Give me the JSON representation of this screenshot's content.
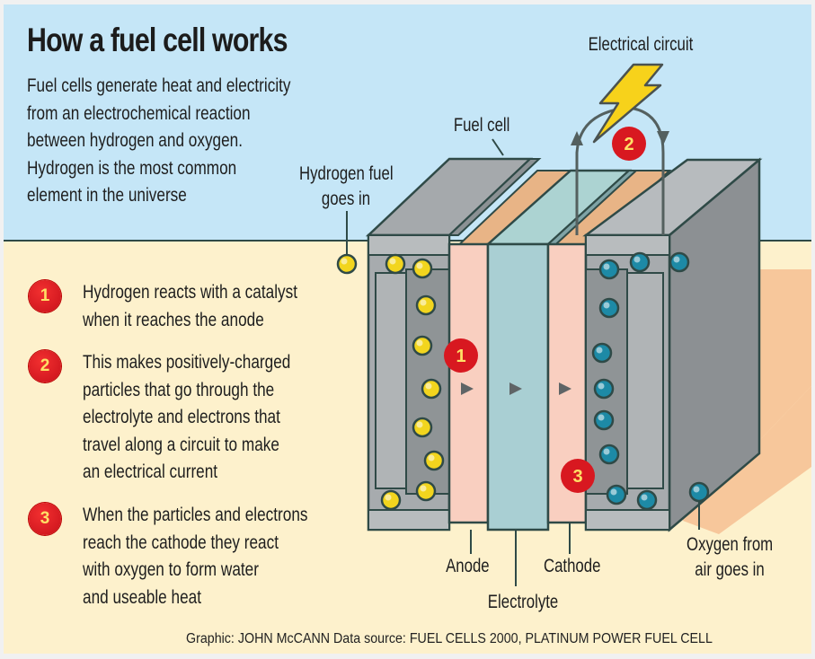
{
  "title": "How a fuel cell works",
  "intro": [
    "Fuel cells generate heat and electricity",
    "from an electrochemical reaction",
    "between hydrogen and oxygen.",
    "Hydrogen is the most common",
    "element in the universe"
  ],
  "steps": [
    {
      "number": "1",
      "lines": [
        "Hydrogen reacts with a catalyst",
        "when it reaches the anode"
      ]
    },
    {
      "number": "2",
      "lines": [
        "This makes positively-charged",
        "particles that go through the",
        "electrolyte and electrons that",
        "travel along a circuit to make",
        "an electrical current"
      ]
    },
    {
      "number": "3",
      "lines": [
        "When the particles and electrons",
        "reach the cathode they react",
        "with oxygen to form water",
        "and useable heat"
      ]
    }
  ],
  "labels": {
    "electrical_circuit": "Electrical circuit",
    "fuel_cell": "Fuel cell",
    "hydrogen_fuel": [
      "Hydrogen fuel",
      "goes in"
    ],
    "anode": "Anode",
    "cathode": "Cathode",
    "electrolyte": "Electrolyte",
    "oxygen": [
      "Oxygen from",
      "air goes in"
    ]
  },
  "diagram_badges": [
    "1",
    "2",
    "3"
  ],
  "credit": "Graphic: JOHN McCANN  Data source: FUEL CELLS 2000, PLATINUM POWER FUEL CELL",
  "colors": {
    "sky": "#c5e6f7",
    "ground": "#fdf1cc",
    "badge_red": "#d81820",
    "badge_text": "#ffe066",
    "hydrogen": "#f2d51e",
    "oxygen": "#1d8aa6",
    "anode": "#f9cfc0",
    "electrolyte": "#a9cfd3",
    "plate": "#a7abae",
    "outline": "#2f4a47"
  }
}
